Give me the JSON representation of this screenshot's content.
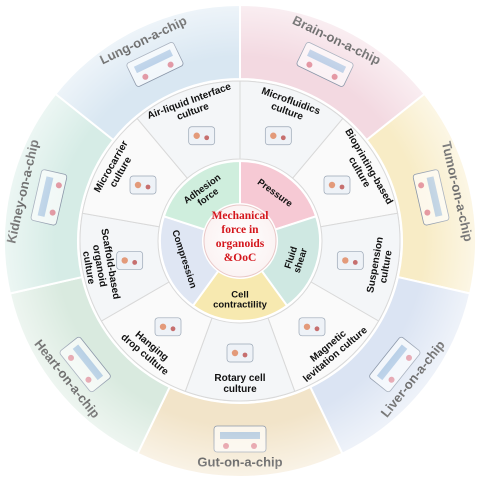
{
  "center": {
    "lines": [
      "Mechanical",
      "force in",
      "organoids",
      "&OoC"
    ],
    "color": "#d4161c"
  },
  "inner_ring": [
    {
      "label": "Pressure",
      "color": "#f6c9d4"
    },
    {
      "label": "Fluid shear",
      "color": "#cfe8e2"
    },
    {
      "label": "Cell contractility",
      "color": "#f7e9b0"
    },
    {
      "label": "Compression",
      "color": "#dfe6f3"
    },
    {
      "label": "Adhesion force",
      "color": "#cfeedd"
    }
  ],
  "middle_ring": [
    {
      "label": "Microfluidics culture",
      "lines": [
        "Microfluidics",
        "culture"
      ]
    },
    {
      "label": "Bioprinting-based culture",
      "lines": [
        "Bioprinting-based",
        "culture"
      ]
    },
    {
      "label": "Suspension culture",
      "lines": [
        "Suspension",
        "culture"
      ]
    },
    {
      "label": "Magnetic levitation culture",
      "lines": [
        "Magnetic",
        "levitation culture"
      ]
    },
    {
      "label": "Rotary cell culture",
      "lines": [
        "Rotary cell",
        "culture"
      ]
    },
    {
      "label": "Hanging drop culture",
      "lines": [
        "Hanging",
        "drop culture"
      ]
    },
    {
      "label": "Scaffold-based organoid culture",
      "lines": [
        "Scaffold-based",
        "organoid",
        "culture"
      ]
    },
    {
      "label": "Microcarrier culture",
      "lines": [
        "Microcarrier",
        "culture"
      ]
    },
    {
      "label": "Air-liquid Interface culture",
      "lines": [
        "Air-liquid Interface",
        "culture"
      ]
    }
  ],
  "outer_ring": [
    {
      "label": "Brain-on-a-chip",
      "color": "#f3d9e1"
    },
    {
      "label": "Tumor-on-a-chip",
      "color": "#f8ecc6"
    },
    {
      "label": "Liver-on-a-chip",
      "color": "#dbe4f3"
    },
    {
      "label": "Gut-on-a-chip",
      "color": "#f2e4c9"
    },
    {
      "label": "Heart-on-a-chip",
      "color": "#d9eadf"
    },
    {
      "label": "Kidney-on-a-chip",
      "color": "#d6ece6"
    },
    {
      "label": "Lung-on-a-chip",
      "color": "#d9e7f2"
    }
  ]
}
